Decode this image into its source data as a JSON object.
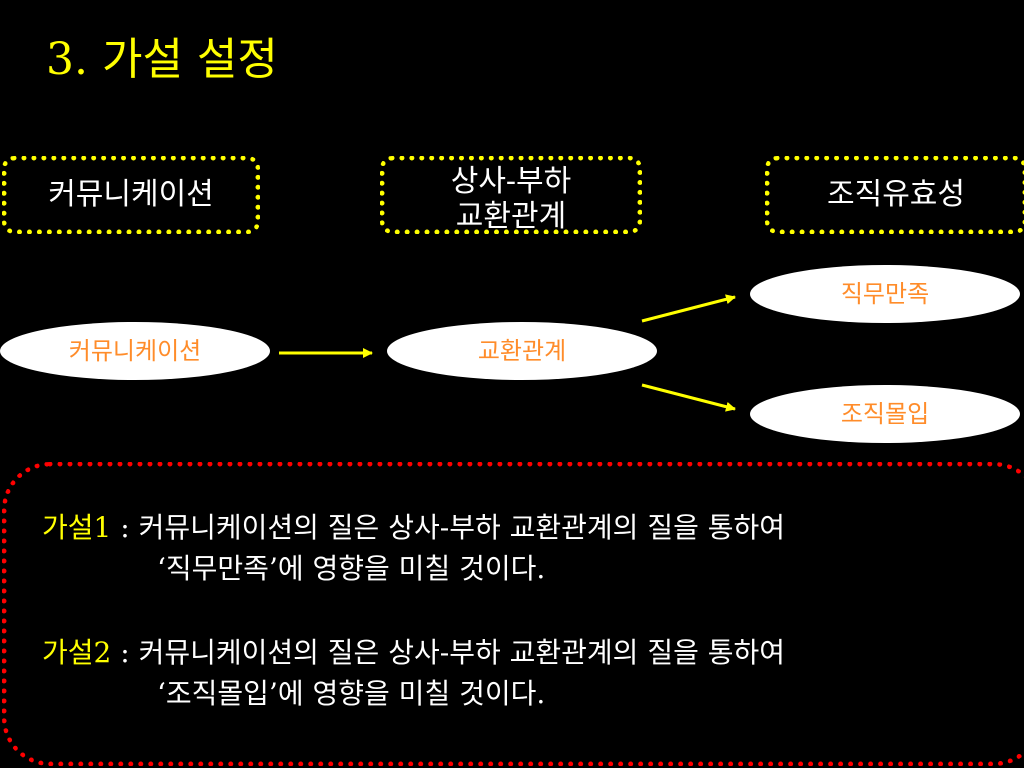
{
  "title": "3. 가설 설정",
  "boxes": {
    "communication": "커뮤니케이션",
    "exchange_line1": "상사-부하",
    "exchange_line2": "교환관계",
    "effectiveness": "조직유효성"
  },
  "model": {
    "communication": "커뮤니케이션",
    "exchange": "교환관계",
    "job_satisfaction": "직무만족",
    "org_commitment": "조직몰입"
  },
  "hypotheses": [
    {
      "label": "가설1",
      "line1": " : 커뮤니케이션의 질은 상사-부하 교환관계의 질을 통하여",
      "line2": "‘직무만족’에 영향을 미칠 것이다."
    },
    {
      "label": "가설2",
      "line1": " : 커뮤니케이션의 질은 상사-부하 교환관계의 질을 통하여",
      "line2": "‘조직몰입’에 영향을 미칠 것이다."
    }
  ],
  "colors": {
    "background": "#000000",
    "title": "#ffff00",
    "box_border": "#ffff00",
    "arrow": "#ffff00",
    "ellipse_fill": "#ffffff",
    "ellipse_text": "#ff8c2a",
    "hypothesis_border": "#ff0000",
    "hypothesis_label": "#ffff00"
  }
}
